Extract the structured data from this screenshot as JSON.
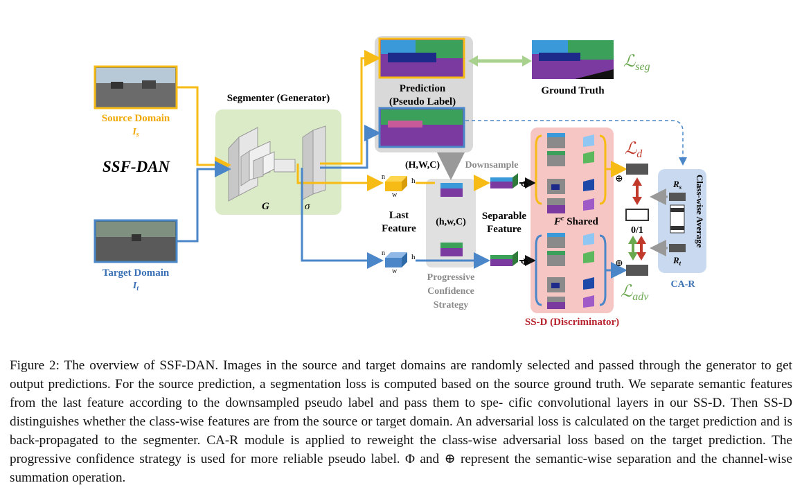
{
  "title": "SSF-DAN",
  "segmenter": {
    "label": "Segmenter (Generator)",
    "g": "G",
    "sigma": "σ"
  },
  "source": {
    "label": "Source Domain",
    "symbol_base": "I",
    "symbol_sub": "s"
  },
  "target": {
    "label": "Target Domain",
    "symbol_base": "I",
    "symbol_sub": "t"
  },
  "prediction": {
    "line1": "Prediction",
    "line2": "(Pseudo Label)"
  },
  "ground_truth": "Ground Truth",
  "losses": {
    "seg_base": "ℒ",
    "seg_sub": "seg",
    "d_base": "ℒ",
    "d_sub": "d",
    "adv_base": "ℒ",
    "adv_sub": "adv"
  },
  "dims": {
    "full": "(H,W,C)",
    "down": "(h,w,C)",
    "h": "h",
    "w": "w",
    "n": "n"
  },
  "downsample": "Downsample",
  "last_feature": {
    "line1": "Last",
    "line2": "Feature"
  },
  "separable_feature": {
    "line1": "Separable",
    "line2": "Feature"
  },
  "progressive": {
    "line1": "Progressive",
    "line2": "Confidence",
    "line3": "Strategy"
  },
  "phi": "Φ",
  "oplus": "⊕",
  "shared": {
    "f": "F",
    "sup": "c",
    "word": " Shared"
  },
  "zero_one": "0/1",
  "ssd_label": "SS-D (Discriminator)",
  "car": {
    "label": "CA-R",
    "vertical": "Class-wise Average",
    "rs_base": "R",
    "rs_sub": "s",
    "rt_base": "R",
    "rt_sub": "t"
  },
  "caption": "Figure 2: The overview of SSF-DAN. Images in the source and target domains are randomly selected and passed through the generator to get output predictions. For the source prediction, a segmentation loss is computed based on the source ground truth. We separate semantic features from the last feature according to the downsampled pseudo label and pass them to spe- cific convolutional layers in our SS-D. Then SS-D distinguishes whether the class-wise features are from the source or target domain. An adversarial loss is calculated on the target prediction and is back-propagated to the segmenter. CA-R module is applied to reweight the class-wise adversarial loss based on the target prediction. The progressive confidence strategy is used for more reliable pseudo label. Φ and ⊕ represent the semantic-wise separation and the channel-wise summation operation.",
  "colors": {
    "source": "#f7bb16",
    "target": "#4a86c8",
    "segmenter_bg": "#dcebc7",
    "ssd_bg": "#f6c6c4",
    "car_bg": "#c9d9ef",
    "gray_panel": "#d9d9d9",
    "loss_green": "#6aa84f",
    "loss_red": "#c0392b"
  }
}
